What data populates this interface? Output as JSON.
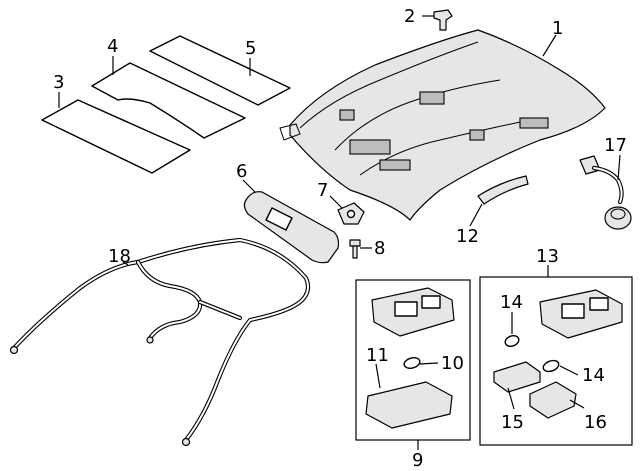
{
  "diagram": {
    "callouts": {
      "c1": "1",
      "c2": "2",
      "c3": "3",
      "c4": "4",
      "c5": "5",
      "c6": "6",
      "c7": "7",
      "c8": "8",
      "c9": "9",
      "c10": "10",
      "c11": "11",
      "c12": "12",
      "c13": "13",
      "c14a": "14",
      "c14b": "14",
      "c15": "15",
      "c16": "16",
      "c17": "17",
      "c18": "18"
    }
  }
}
